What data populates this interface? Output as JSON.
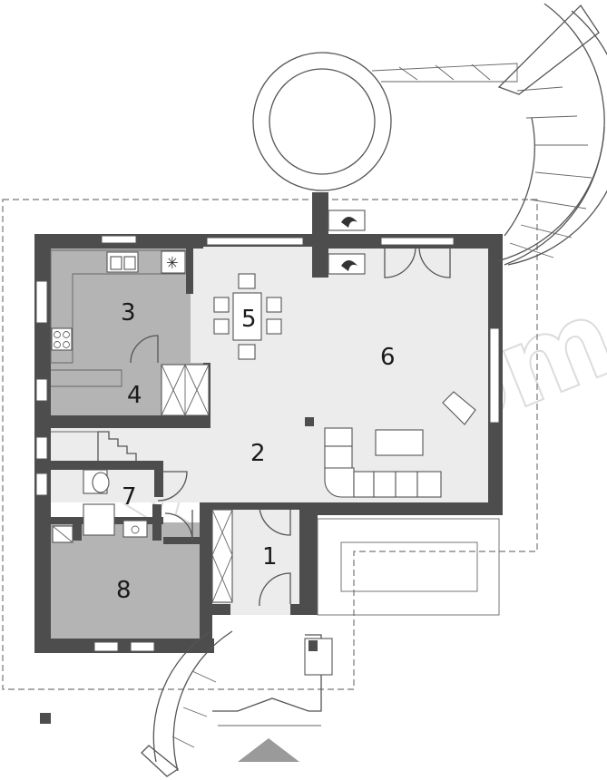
{
  "rooms": [
    {
      "id": "3",
      "label": "3"
    },
    {
      "id": "4",
      "label": "4"
    },
    {
      "id": "5",
      "label": "5"
    },
    {
      "id": "6",
      "label": "6"
    },
    {
      "id": "2",
      "label": "2"
    },
    {
      "id": "7",
      "label": "7"
    },
    {
      "id": "1",
      "label": "1"
    },
    {
      "id": "8",
      "label": "8"
    }
  ],
  "watermark": "extradom",
  "colors": {
    "wall": "#4d4d4d",
    "floor_light": "#ececec",
    "floor_dark": "#b4b4b4"
  },
  "icons": [
    "entrance-arrow-icon",
    "fireplace-flame-icon",
    "snowflake-icon"
  ]
}
